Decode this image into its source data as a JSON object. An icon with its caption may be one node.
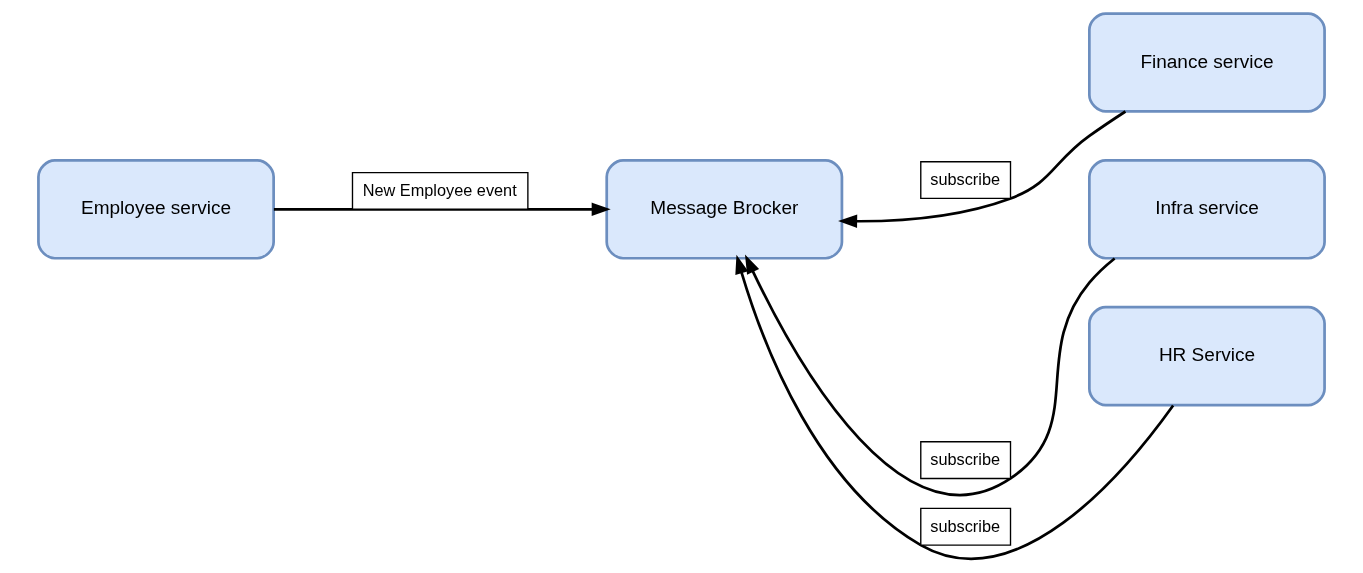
{
  "diagram": {
    "nodes": [
      {
        "text": [
          "Employee service"
        ]
      },
      {
        "text": [
          "Message Brocker"
        ]
      },
      {
        "text": [
          "Finance service"
        ]
      },
      {
        "text": [
          "Infra service"
        ]
      },
      {
        "text": [
          "HR Service"
        ]
      }
    ],
    "edges": [
      {
        "from": 0,
        "to": 1,
        "arrow": "to",
        "label": "New Employee event"
      },
      {
        "from": 2,
        "to": 1,
        "arrow": "to",
        "label": "subscribe"
      },
      {
        "from": 3,
        "to": 1,
        "arrow": "to",
        "label": "subscribe"
      },
      {
        "from": 4,
        "to": 1,
        "arrow": "to",
        "label": "subscribe"
      }
    ]
  }
}
